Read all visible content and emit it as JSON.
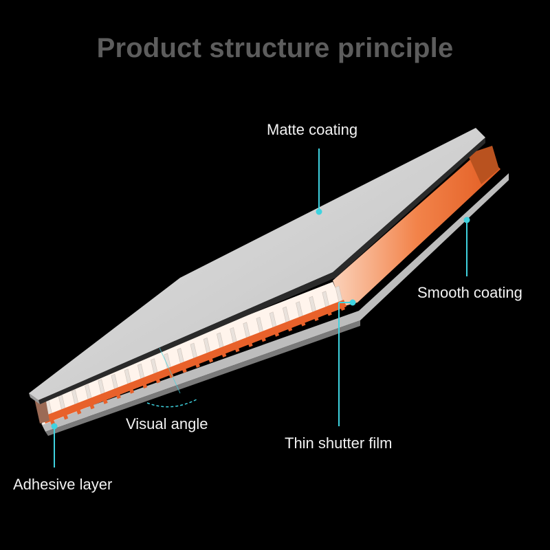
{
  "title": "Product structure principle",
  "labels": {
    "matte_coating": "Matte coating",
    "smooth_coating": "Smooth coating",
    "visual_angle": "Visual angle",
    "thin_shutter_film": "Thin shutter film",
    "adhesive_layer": "Adhesive layer"
  },
  "colors": {
    "background": "#000000",
    "title": "#5d5d5d",
    "label_text": "#f2f2f2",
    "leader_line": "#3fd3e0",
    "coating": "#c8c8c8",
    "shutter_orange": "#e8612a",
    "shutter_light": "#fde6d8"
  }
}
